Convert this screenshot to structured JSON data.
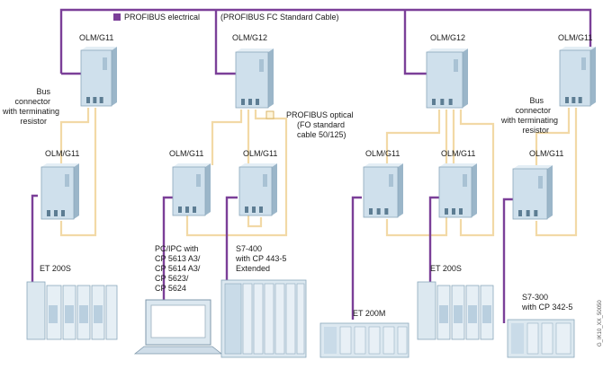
{
  "legend": {
    "electrical": "PROFIBUS electrical",
    "cable": "(PROFIBUS FC Standard Cable)",
    "optical_lines": [
      "PROFIBUS optical",
      "(FO standard",
      "cable 50/125)"
    ]
  },
  "modules": {
    "top1": "OLM/G11",
    "top2": "OLM/G12",
    "top3": "OLM/G12",
    "top4": "OLM/G11",
    "mid1": "OLM/G11",
    "mid2": "OLM/G11",
    "mid3": "OLM/G11",
    "mid4": "OLM/G11",
    "mid5": "OLM/G11",
    "mid6": "OLM/G11"
  },
  "bus_connector_left": [
    "Bus",
    "connector",
    "with terminating",
    "resistor"
  ],
  "bus_connector_right": [
    "Bus",
    "connector",
    "with terminating",
    "resistor"
  ],
  "devices": {
    "et200s_left": "ET 200S",
    "pc_lines": [
      "PC/IPC with",
      "CP 5613 A3/",
      "CP 5614 A3/",
      "CP 5623/",
      "CP 5624"
    ],
    "s7_400_lines": [
      "S7-400",
      "with CP 443-5",
      "Extended"
    ],
    "et200m": "ET 200M",
    "et200s_right": "ET 200S",
    "s7_300_lines": [
      "S7-300",
      "with CP 342-5"
    ]
  },
  "figure_id": "G_IK10_XX_50050",
  "colors": {
    "electrical": "#7b3f98",
    "optical": "#f2d9a6",
    "module_fill": "#cfe0ec",
    "module_edge": "#9bb6c9",
    "device_fill": "#dce8f0"
  }
}
